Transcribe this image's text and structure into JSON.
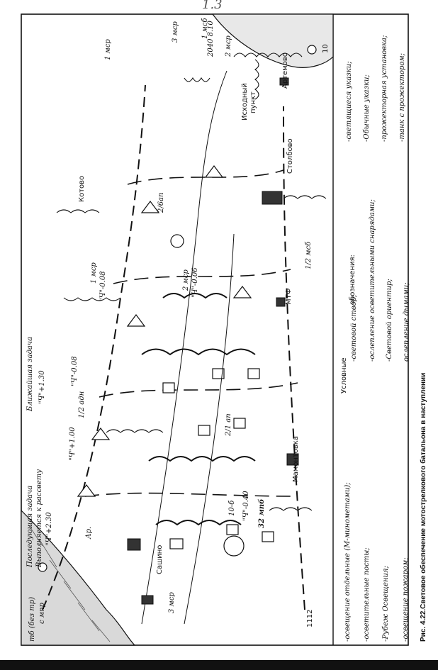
{
  "top_mark": "1.3",
  "caption": "Рис. 4.22.Световое обеспечение мотострелкового батальона в наступлении",
  "legend": {
    "title_line1": "Условные",
    "title_line2": "обозначения:",
    "left_items": [
      "-освещение отдельные (М-минометами);",
      "-осветительные посты;",
      "-Рубеж Освещения;",
      "-освещение пожаром;"
    ],
    "middle_items": [
      "-световой створ;",
      "-ослепление осветительными снарядами;",
      "-Световой ориентир;",
      "ослепление дымами;"
    ],
    "right_items": [
      "-светящиеся указки;",
      "-Обычные указки;",
      "-прожекторная установка;",
      "-танк с прожектором;"
    ]
  },
  "tasks": {
    "subsequent_line1": "Последующая задача",
    "subsequent_line2": "Выполняется к рассвету",
    "subsequent_time": "\"Ч\"+2.30",
    "immediate": "Ближайшая задача",
    "immediate_time": "\"Ч\"+1.30"
  },
  "map_labels": {
    "tb": "тб (без тр)",
    "tb2": "с мпр",
    "village_sashino": "Сашино",
    "village_mamontovka": "Мамонтовка",
    "village_stolbovo": "Столбово",
    "village_artemovo": "Артемово",
    "village_kotovo": "Котово",
    "mtf": "МТФ",
    "start_point_1": "Исходный",
    "start_point_2": "пункт",
    "mpb": "32 мпб",
    "adn": "1/2 адн",
    "bat": "2/6ап",
    "msb": "1/2 мсб",
    "msr1": "1 мср",
    "msr2": "2 мср",
    "msr3": "3 мср",
    "msr_top1": "1 мср",
    "msr_top2": "2 мср",
    "msr_top3": "3 мср",
    "msb_top": "1 мсб",
    "coords_top": "2040 8.10",
    "h_1112": "1112",
    "h_10": "10",
    "time_ch008": "\"Ч\"-0.08",
    "time_ch006": "\"Ч\"-0.06",
    "time_ch008b": "\"Ч\"-0.08",
    "time_ch100": "\"Ч\"+1.00",
    "time_ch040": "\"Ч\"-0.40",
    "label_108": "10-б",
    "label_21_2": "2/1 ап",
    "label_ar": "Ар."
  }
}
